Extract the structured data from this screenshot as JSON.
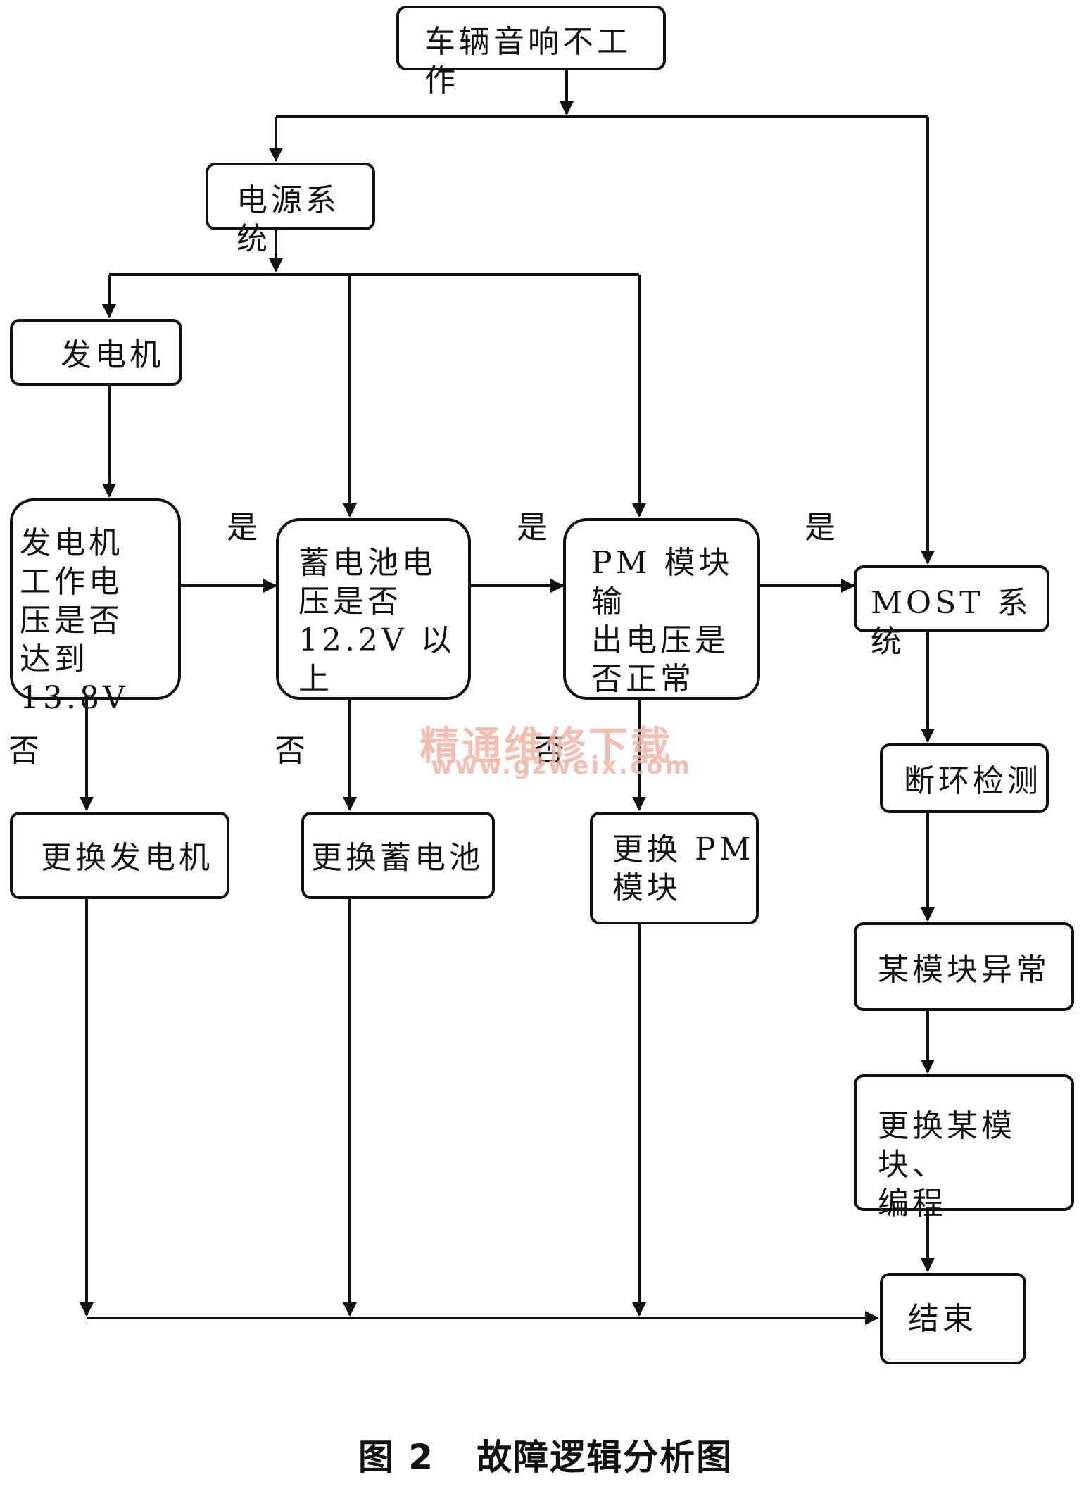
{
  "nodes": {
    "no_sound": "车辆音响不工作",
    "power_system": "电源系统",
    "generator": "发电机",
    "generator_check": "发电机\n工作电\n压是否\n达到 13.8V",
    "battery_check": "蓄电池电\n压是否\n12.2V 以上",
    "pm_check": "PM 模块输\n出电压是\n否正常",
    "most_system": "MOST 系统",
    "ring_break_test": "断环检测",
    "replace_generator": "更换发电机",
    "replace_battery": "更换蓄电池",
    "replace_pm": "更换 PM\n模块",
    "module_abnormal": "某模块异常",
    "replace_module": "更换某模块、\n编程",
    "end": "结束"
  },
  "edge_labels": {
    "yes_1": "是",
    "yes_2": "是",
    "yes_3": "是",
    "no_1": "否",
    "no_2": "否",
    "no_3": "否"
  },
  "watermark": {
    "text": "精通维修下载",
    "url": "www.gzweix.com"
  },
  "caption": {
    "figure_number": "图 2",
    "title": "故障逻辑分析图"
  }
}
